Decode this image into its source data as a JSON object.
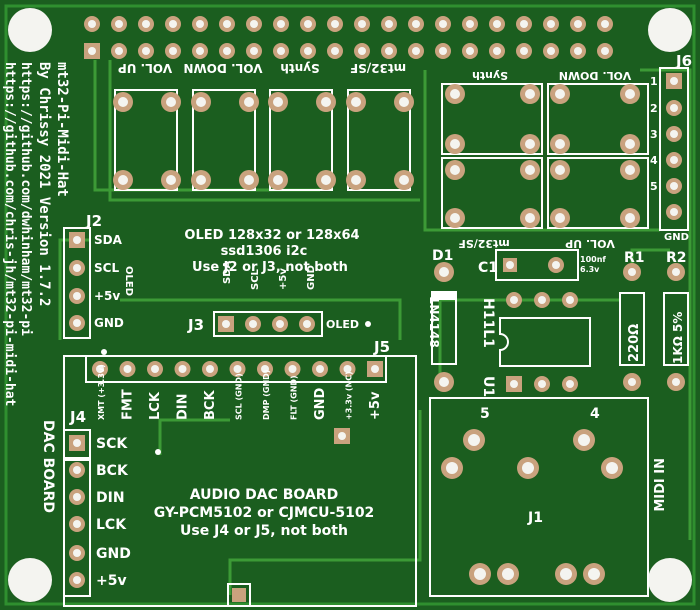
{
  "board": {
    "colors": {
      "background": "#1b5e1f",
      "copper": "#2f8f2f",
      "trace": "#3c9a36",
      "silkscreen": "#ffffff",
      "pad": "#c9a27e",
      "drill": "#f4f4f0",
      "edge": "#0e2a10"
    }
  },
  "credits": {
    "title": "mt32-Pi-Midi-Hat",
    "author": "By Chrissy 2021 Version 1.7.2",
    "url1": "https://github.com/dwhinham/mt32-pi",
    "url2": "https://github.com/chris-jh/mt32-pi-midi-hat"
  },
  "top_buttons": {
    "labels": [
      "VOL. UP",
      "VOL. DOWN",
      "Synth",
      "mt32/SF"
    ]
  },
  "right_buttons": {
    "top_labels": [
      "Synth",
      "VOL. DOWN"
    ],
    "bottom_labels": [
      "mt32/SF",
      "VOL. UP"
    ]
  },
  "j6": {
    "name": "J6",
    "pins": [
      "1",
      "2",
      "3",
      "4",
      "5",
      "GND"
    ]
  },
  "j2": {
    "name": "J2",
    "pins": [
      "SDA",
      "SCL",
      "+5v",
      "GND"
    ],
    "side_label": "OLED"
  },
  "oled_note": {
    "line1": "OLED 128x32 or 128x64",
    "line2": "ssd1306 i2c",
    "line3": "Use J2 or J3, not both"
  },
  "j3": {
    "name": "J3",
    "pins": [
      "SDA",
      "SCL",
      "+5v",
      "GND"
    ],
    "side_label": "OLED"
  },
  "j5": {
    "name": "J5",
    "pins": [
      "XMT (+3.3v)",
      "FMT",
      "LCK",
      "DIN",
      "BCK",
      "SCL (GND)",
      "DMP (GND)",
      "FLT (GND)",
      "GND",
      "+3.3v (NC)",
      "+5v"
    ]
  },
  "j4": {
    "name": "J4",
    "pins": [
      "SCK",
      "BCK",
      "DIN",
      "LCK",
      "GND",
      "+5v"
    ]
  },
  "dac": {
    "side_label": "DAC BOARD",
    "line1": "AUDIO DAC BOARD",
    "line2": "GY-PCM5102 or CJMCU-5102",
    "line3": "Use J4 or J5, not both"
  },
  "components": {
    "d1": "D1",
    "d1_part": "1N4148",
    "c1": "C1",
    "c1_value": "100nf",
    "c1_voltage": "6.3v",
    "r1": "R1",
    "r1_value": "220Ω",
    "r2": "R2",
    "r2_value": "1KΩ 5%",
    "u1": "U1",
    "u1_part": "H11L1"
  },
  "midi": {
    "name": "J1",
    "pin5": "5",
    "pin4": "4",
    "side_label": "MIDI IN"
  }
}
